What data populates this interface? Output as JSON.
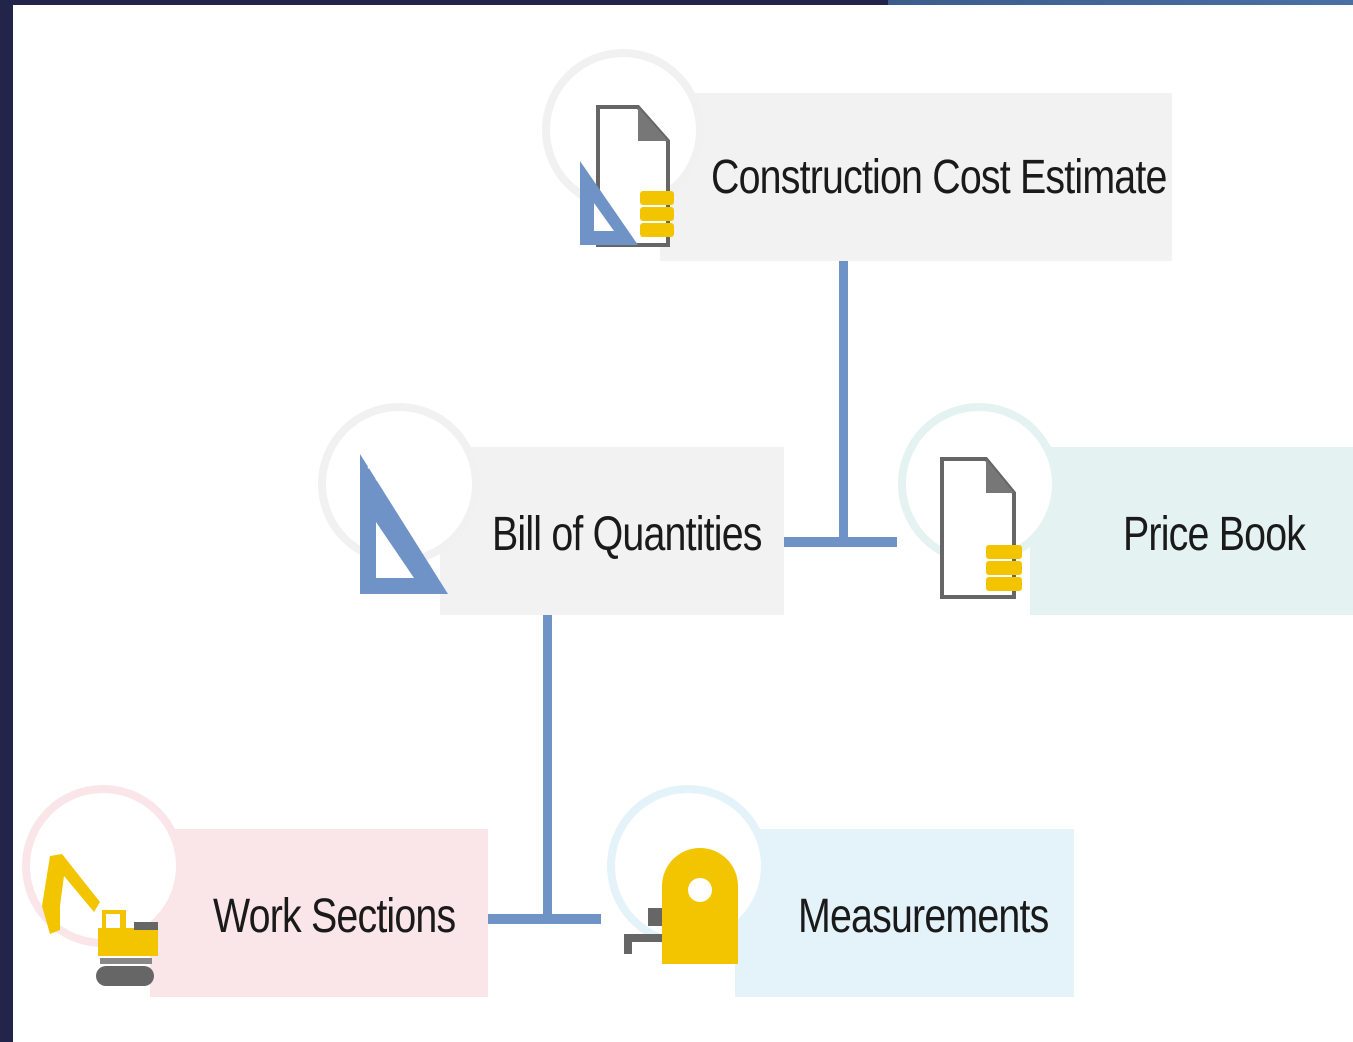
{
  "diagram": {
    "nodes": {
      "estimate": {
        "label": "Construction Cost Estimate",
        "icon": "document-ruler-coins-icon",
        "box_color": "#f2f2f2"
      },
      "boq": {
        "label": "Bill of Quantities",
        "icon": "set-square-icon",
        "box_color": "#f2f2f2"
      },
      "price_book": {
        "label": "Price Book",
        "icon": "document-coins-icon",
        "box_color": "#e5f2f2"
      },
      "work_sections": {
        "label": "Work Sections",
        "icon": "excavator-icon",
        "box_color": "#fae5e8"
      },
      "measurements": {
        "label": "Measurements",
        "icon": "tape-measure-icon",
        "box_color": "#e4f2f9"
      }
    },
    "edges": [
      {
        "from": "estimate",
        "to": "boq"
      },
      {
        "from": "estimate",
        "to": "price_book"
      },
      {
        "from": "boq",
        "to": "work_sections"
      },
      {
        "from": "boq",
        "to": "measurements"
      }
    ],
    "colors": {
      "connector": "#6f93c6",
      "accent_yellow": "#f2c500",
      "ruler_blue": "#6f93c6"
    }
  }
}
